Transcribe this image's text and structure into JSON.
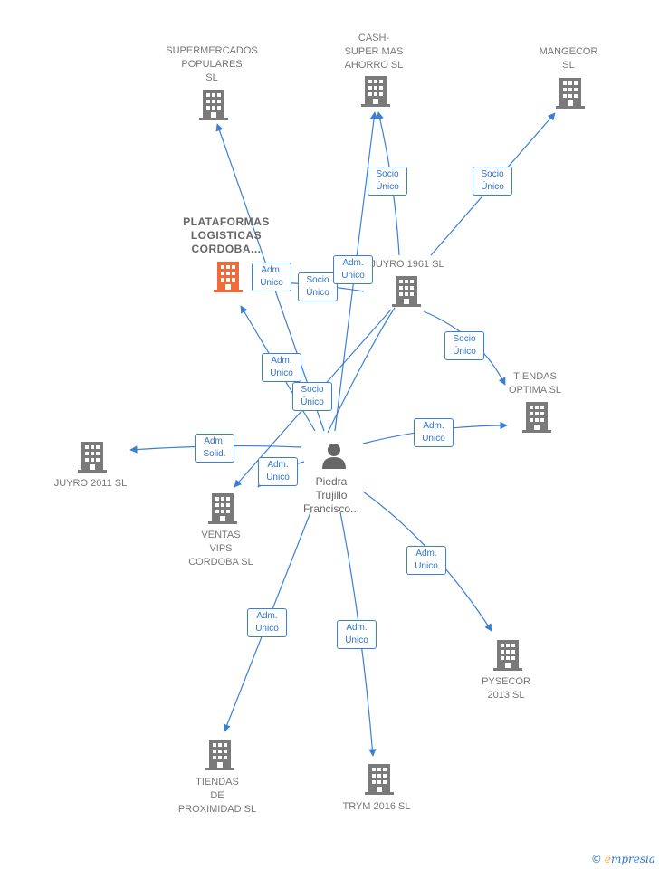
{
  "colors": {
    "edge": "#3a7fd6",
    "building": "#7a7a7a",
    "highlight": "#f06a3c",
    "person": "#666666"
  },
  "person": {
    "label": "Piedra\nTrujillo\nFrancisco..."
  },
  "companies": [
    {
      "id": "supermercados",
      "label": "SUPERMERCADOS\nPOPULARES\nSL",
      "highlight": false
    },
    {
      "id": "cash",
      "label": "CASH-\nSUPER MAS\nAHORRO  SL",
      "highlight": false
    },
    {
      "id": "mangecor",
      "label": "MANGECOR\nSL",
      "highlight": false
    },
    {
      "id": "plataformas",
      "label": "PLATAFORMAS\nLOGISTICAS\nCORDOBA...",
      "highlight": true
    },
    {
      "id": "juyro1961",
      "label": "JUYRO 1961 SL",
      "highlight": false
    },
    {
      "id": "tiendas-optima",
      "label": "TIENDAS\nOPTIMA  SL",
      "highlight": false
    },
    {
      "id": "juyro2011",
      "label": "JUYRO 2011 SL",
      "highlight": false
    },
    {
      "id": "ventas",
      "label": "VENTAS\nVIPS\nCORDOBA  SL",
      "highlight": false
    },
    {
      "id": "pysecor",
      "label": "PYSECOR\n2013  SL",
      "highlight": false
    },
    {
      "id": "tiendas-prox",
      "label": "TIENDAS\nDE\nPROXIMIDAD SL",
      "highlight": false
    },
    {
      "id": "trym",
      "label": "TRYM 2016  SL",
      "highlight": false
    }
  ],
  "relations": [
    {
      "id": "r-super",
      "label": "Adm.\nUnico"
    },
    {
      "id": "r-juyro61-plat",
      "label": "Socio\nÚnico"
    },
    {
      "id": "r-cash",
      "label": "Adm.\nUnico"
    },
    {
      "id": "r-juyro61-cash",
      "label": "Socio\nÚnico"
    },
    {
      "id": "r-mangecor",
      "label": "Socio\nÚnico"
    },
    {
      "id": "r-plat",
      "label": "Adm.\nUnico"
    },
    {
      "id": "r-juyro61-ventas",
      "label": "Socio\nÚnico"
    },
    {
      "id": "r-optima",
      "label": "Socio\nÚnico"
    },
    {
      "id": "r-juyro61",
      "label": "Adm.\nUnico"
    },
    {
      "id": "r-juyro2011",
      "label": "Adm.\nSolid."
    },
    {
      "id": "r-ventas",
      "label": "Adm.\nUnico"
    },
    {
      "id": "r-pysecor",
      "label": "Adm.\nUnico"
    },
    {
      "id": "r-tiendasprox",
      "label": "Adm.\nUnico"
    },
    {
      "id": "r-trym",
      "label": "Adm.\nUnico"
    }
  ],
  "brand": {
    "copyright": "©",
    "initial": "e",
    "name": "mpresia"
  }
}
